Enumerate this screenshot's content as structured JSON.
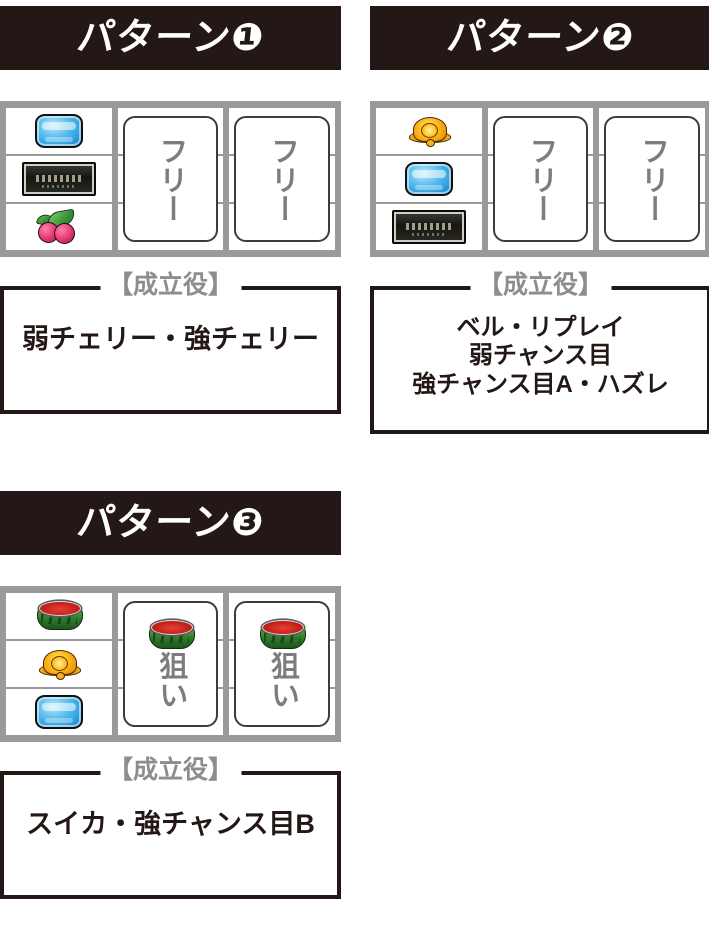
{
  "patterns": [
    {
      "header": "パターン❶",
      "reels": [
        {
          "kind": "symbols",
          "symbols": [
            "replay",
            "bar",
            "cherry"
          ]
        },
        {
          "kind": "overlay",
          "overlay_text": "フリー",
          "overlay_symbol": null
        },
        {
          "kind": "overlay",
          "overlay_text": "フリー",
          "overlay_symbol": null
        }
      ],
      "result": {
        "caption": "【成立役】",
        "lines": [
          "弱チェリー・強チェリー"
        ]
      }
    },
    {
      "header": "パターン❷",
      "reels": [
        {
          "kind": "symbols",
          "symbols": [
            "bell",
            "replay",
            "bar"
          ]
        },
        {
          "kind": "overlay",
          "overlay_text": "フリー",
          "overlay_symbol": null
        },
        {
          "kind": "overlay",
          "overlay_text": "フリー",
          "overlay_symbol": null
        }
      ],
      "result": {
        "caption": "【成立役】",
        "lines": [
          "ベル・リプレイ",
          "弱チャンス目",
          "強チャンス目A・ハズレ"
        ]
      }
    },
    {
      "header": "パターン❸",
      "reels": [
        {
          "kind": "symbols",
          "symbols": [
            "melon",
            "bell",
            "replay"
          ]
        },
        {
          "kind": "overlay",
          "overlay_text": "狙い",
          "overlay_symbol": "melon"
        },
        {
          "kind": "overlay",
          "overlay_text": "狙い",
          "overlay_symbol": "melon"
        }
      ],
      "result": {
        "caption": "【成立役】",
        "lines": [
          "スイカ・強チャンス目B"
        ]
      }
    }
  ],
  "colors": {
    "header_background": "#231815",
    "header_text": "#ffffff",
    "reel_frame": "#9a9a9a",
    "reel_background": "#ffffff",
    "overlay_text": "#7d7d7d",
    "box_border": "#231815",
    "caption_text": "#8d8d8d",
    "body_text": "#231815"
  },
  "symbol_names": {
    "replay": "replay-symbol",
    "bar": "bar-symbol",
    "cherry": "cherry-symbol",
    "bell": "bell-symbol",
    "melon": "watermelon-symbol"
  }
}
